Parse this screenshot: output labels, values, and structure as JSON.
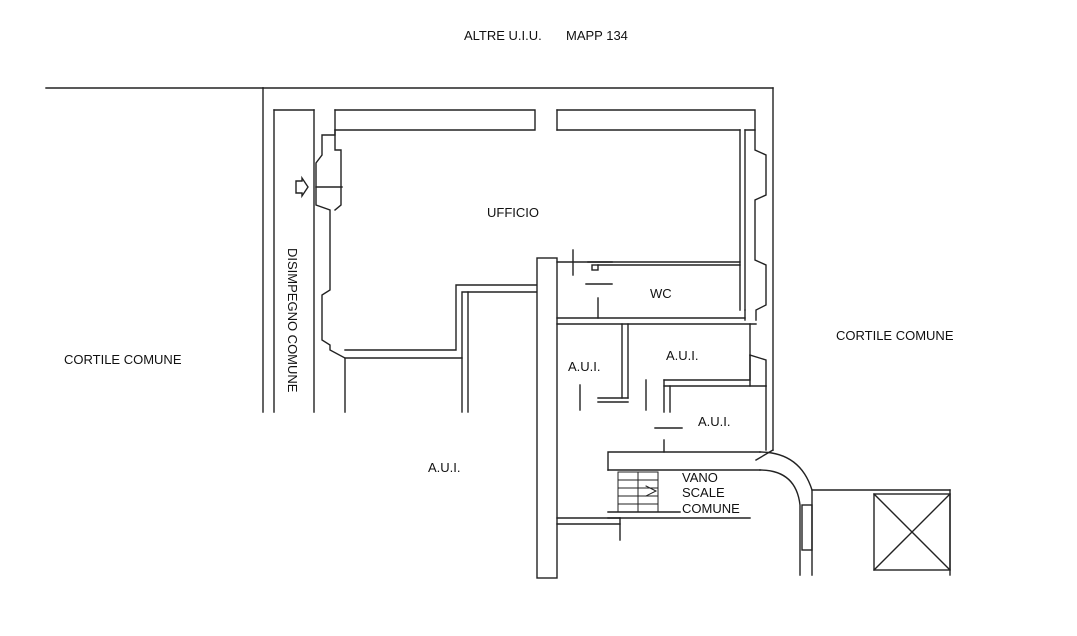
{
  "labels": {
    "header_left": "ALTRE U.I.U.",
    "header_right": "MAPP 134",
    "office": "UFFICIO",
    "wc": "WC",
    "corridor": "DISIMPEGNO COMUNE",
    "courtyard_left": "CORTILE COMUNE",
    "courtyard_right": "CORTILE COMUNE",
    "aui_a": "A.U.I.",
    "aui_b": "A.U.I.",
    "aui_c": "A.U.I.",
    "aui_d": "A.U.I.",
    "stair_line1": "VANO",
    "stair_line2": "SCALE",
    "stair_line3": "COMUNE"
  }
}
